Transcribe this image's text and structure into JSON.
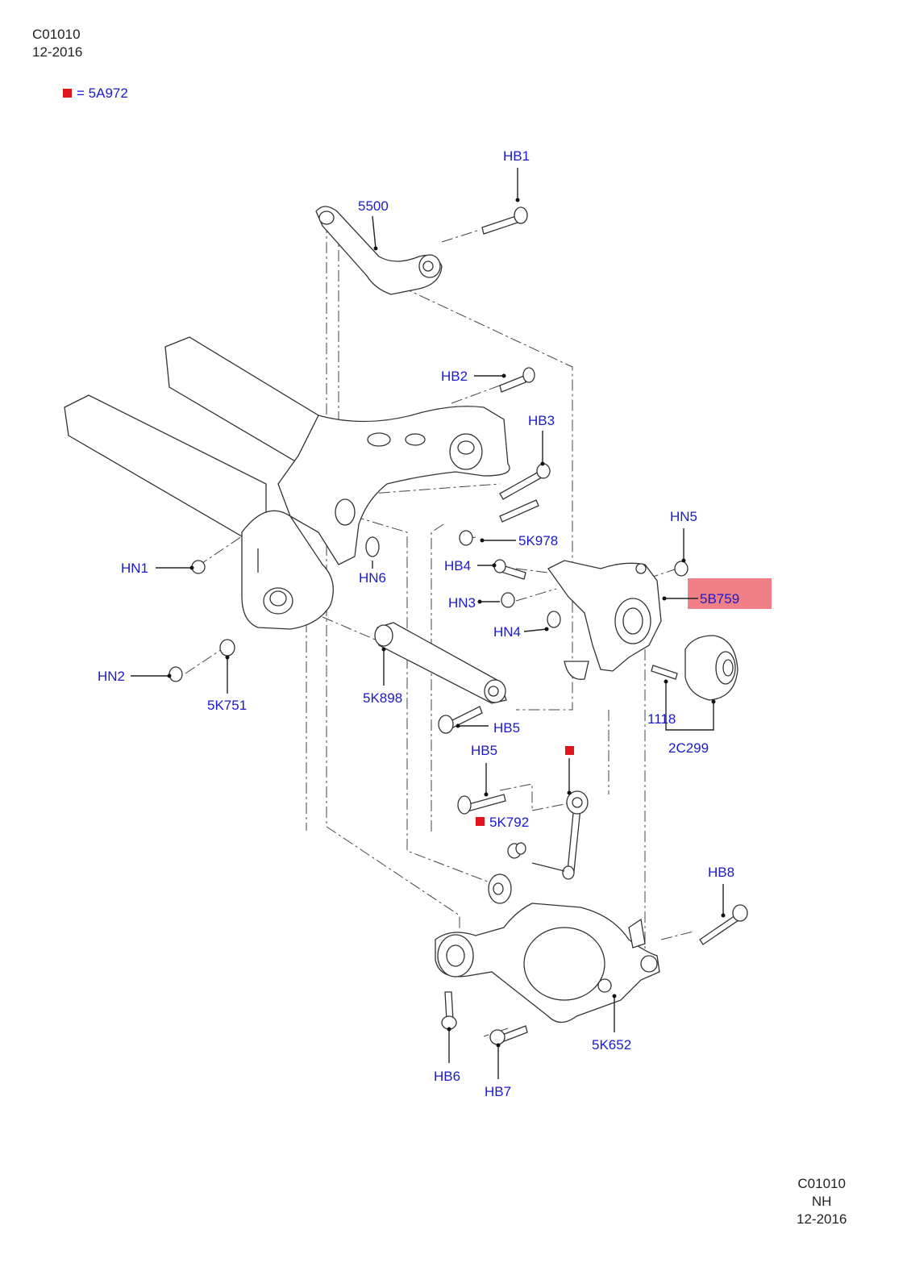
{
  "header": {
    "code": "C01010",
    "date": "12-2016"
  },
  "legend": {
    "marker_color": "#e0141b",
    "text": "= 5A972"
  },
  "footer": {
    "code": "C01010",
    "suffix": "NH",
    "date": "12-2016"
  },
  "colors": {
    "label": "#1a1acc",
    "highlight": "#f07f86",
    "marker": "#e0141b"
  },
  "highlighted_part": "5B759",
  "labels": {
    "HB1": "HB1",
    "5500": "5500",
    "HB2": "HB2",
    "HB3": "HB3",
    "5K978": "5K978",
    "HN5": "HN5",
    "HB4": "HB4",
    "5B759": "5B759",
    "HN1": "HN1",
    "HN6": "HN6",
    "HN3": "HN3",
    "HN4": "HN4",
    "HN2": "HN2",
    "5K751": "5K751",
    "5K898": "5K898",
    "HB5a": "HB5",
    "1118": "1118",
    "2C299": "2C299",
    "HB5b": "HB5",
    "5K792": "5K792",
    "HB8": "HB8",
    "5K652": "5K652",
    "HB6": "HB6",
    "HB7": "HB7"
  }
}
